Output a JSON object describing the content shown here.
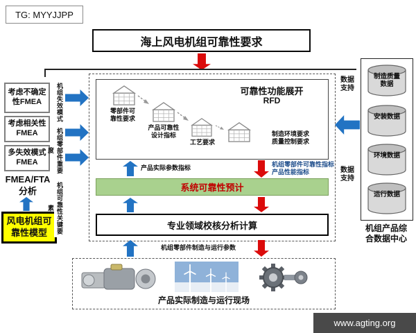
{
  "tag": "TG: MYYJJPP",
  "title": "海上风电机组可靠性要求",
  "colors": {
    "blue": "#2273c3",
    "red": "#db0b0b",
    "yellow": "#ffff00",
    "green": "#a9d18e",
    "green_text": "#c00000"
  },
  "left": {
    "fmea_boxes": [
      {
        "label": "考虑不确定性FMEA"
      },
      {
        "label": "考虑相关性FMEA"
      },
      {
        "label": "多失效模式FMEA"
      }
    ],
    "fmea_fta": "FMEA/FTA\n分析",
    "model_box": "风电机组可\n靠性模型",
    "vertical_labels": [
      {
        "label": "机组失效模式"
      },
      {
        "label": "机组零部件重要度"
      },
      {
        "label": "机组可靠性关键要素"
      }
    ]
  },
  "rfd": {
    "title": "可靠性功能展开",
    "subtitle": "RFD",
    "houses": [
      {
        "label": "零部件可\n靠性要求"
      },
      {
        "label": "产品可靠性\n设计指标"
      },
      {
        "label": "工艺要求"
      },
      {
        "label": "制造环境要求\n质量控制要求"
      }
    ]
  },
  "flow": {
    "up_label_top": "产品实际参数指标",
    "down_label_top": "机组零部件可靠性指标\n产品性能指标",
    "prediction_box": "系统可靠性预计",
    "verification_box": "专业领域校核分析计算",
    "bottom_params_label": "机组零部件制造与运行参数"
  },
  "site": {
    "label": "产品实际制造与运行现场"
  },
  "right": {
    "databases": [
      {
        "label": "制造质量\n数据"
      },
      {
        "label": "安装数据"
      },
      {
        "label": "环境数据"
      },
      {
        "label": "运行数据"
      }
    ],
    "data_support_top": "数据\n支持",
    "data_support_bottom": "数据\n支持",
    "center_label": "机组产品综\n合数据中心"
  },
  "footer": "www.agting.org"
}
